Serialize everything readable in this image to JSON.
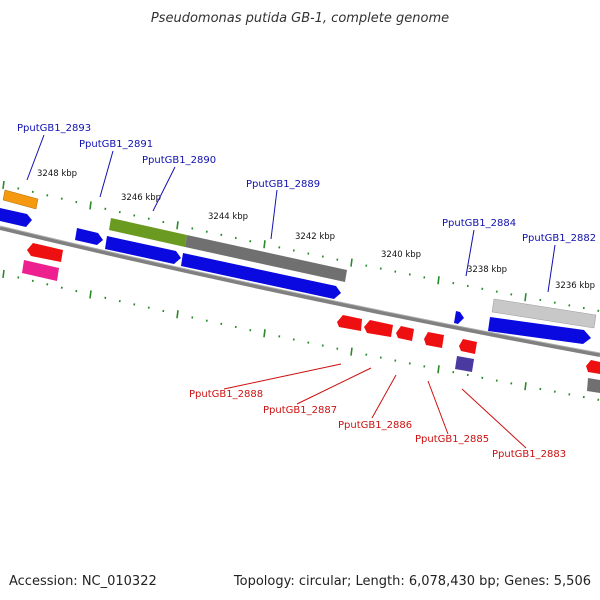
{
  "title": "Pseudomonas putida GB-1, complete genome",
  "footer": {
    "accession": "Accession: NC_010322",
    "summary": "Topology: circular; Length: 6,078,430 bp; Genes: 5,506"
  },
  "colors": {
    "forward_label": "#1010b0",
    "reverse_label": "#cc1010",
    "backbone": "#808080",
    "tick": "#2a8a2a",
    "gene_blue": "#0a0ae0",
    "gene_red": "#ee1010",
    "gene_orange": "#f59a10",
    "gene_pink": "#ee2090",
    "gene_olive": "#6a9a20",
    "gene_gray": "#707070",
    "gene_lightgray": "#c8c8c8",
    "gene_purple": "#4a3aa0"
  },
  "scale_labels": [
    "3248 kbp",
    "3246 kbp",
    "3244 kbp",
    "3242 kbp",
    "3240 kbp",
    "3238 kbp",
    "3236 kbp"
  ],
  "forward_genes": [
    "PputGB1_2893",
    "PputGB1_2891",
    "PputGB1_2890",
    "PputGB1_2889",
    "PputGB1_2884",
    "PputGB1_2882"
  ],
  "reverse_genes": [
    "PputGB1_2888",
    "PputGB1_2887",
    "PputGB1_2886",
    "PputGB1_2885",
    "PputGB1_2883"
  ]
}
